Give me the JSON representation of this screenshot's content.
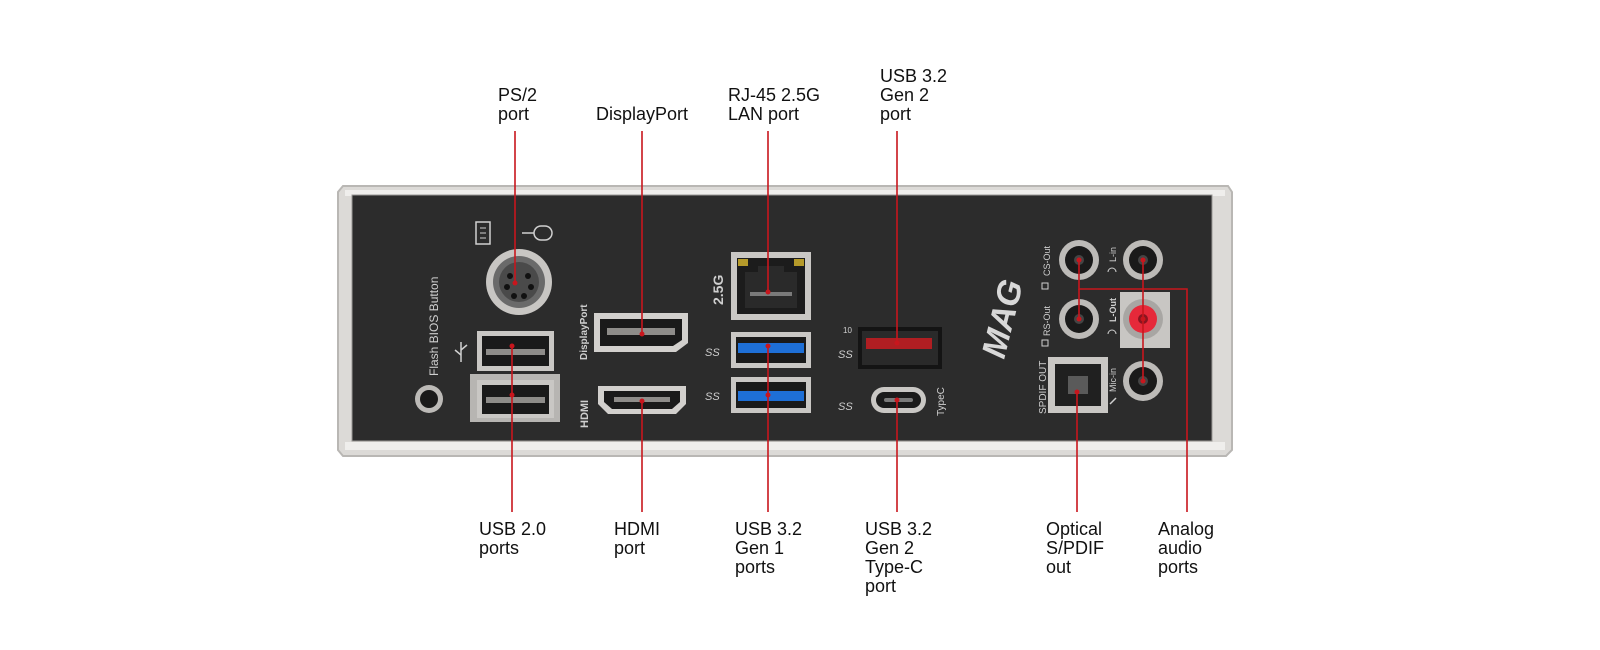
{
  "colors": {
    "leader_line": "#c8161d",
    "bracket_silver": "#d9d7d4",
    "panel_black": "#2b2b2b",
    "usb3_blue": "#1e6fd6",
    "usb_gen2_red": "#b01e22",
    "audio_pink": "#e6293a"
  },
  "callouts": {
    "ps2": "PS/2\nport",
    "displayport": "DisplayPort",
    "rj45": "RJ-45 2.5G\nLAN port",
    "usb32_gen2": "USB 3.2\nGen 2\nport",
    "usb20": "USB 2.0\nports",
    "hdmi": "HDMI\nport",
    "usb32_gen1": "USB 3.2\nGen 1\nports",
    "usb32_gen2_typec": "USB 3.2\nGen 2\nType-C\nport",
    "optical": "Optical\nS/PDIF\nout",
    "analog": "Analog\naudio\nports"
  },
  "panel_labels": {
    "flash_bios": "Flash BIOS Button",
    "displayport_silk": "DisplayPort",
    "hdmi_silk": "HDMI",
    "lan_speed": "2.5G",
    "usb_gen2_speed": "10",
    "typec_silk": "TypeC",
    "spdif_silk": "SPDIF OUT",
    "rs_out": "RS-Out",
    "cs_out": "CS-Out",
    "l_in": "L-in",
    "l_out": "L-Out",
    "mic_in": "Mic-in",
    "brand_logo": "MAG"
  },
  "icons": [
    "keyboard-icon",
    "mouse-icon",
    "usb-icon",
    "superspeed-icon",
    "speaker-icon",
    "headphone-icon",
    "microphone-icon"
  ]
}
